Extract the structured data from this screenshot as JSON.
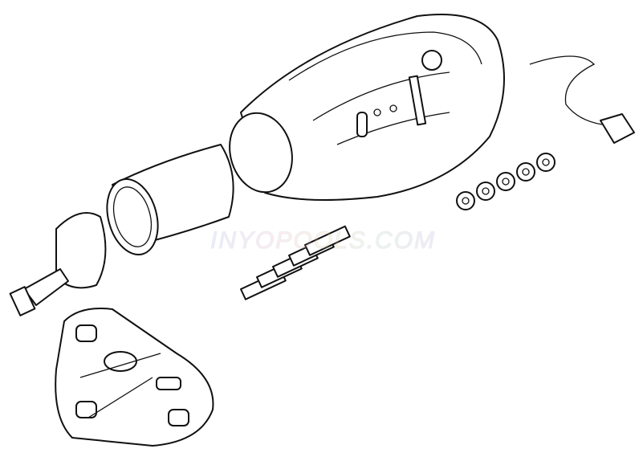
{
  "diagram": {
    "type": "exploded-parts-view",
    "parts": [
      "vacuum-body",
      "nozzle-cone",
      "nozzle-ring",
      "tip-nozzle",
      "power-adapter",
      "wheels",
      "brushes",
      "vacuum-head"
    ]
  },
  "watermark": {
    "text": "INYOPOOLS.COM"
  }
}
